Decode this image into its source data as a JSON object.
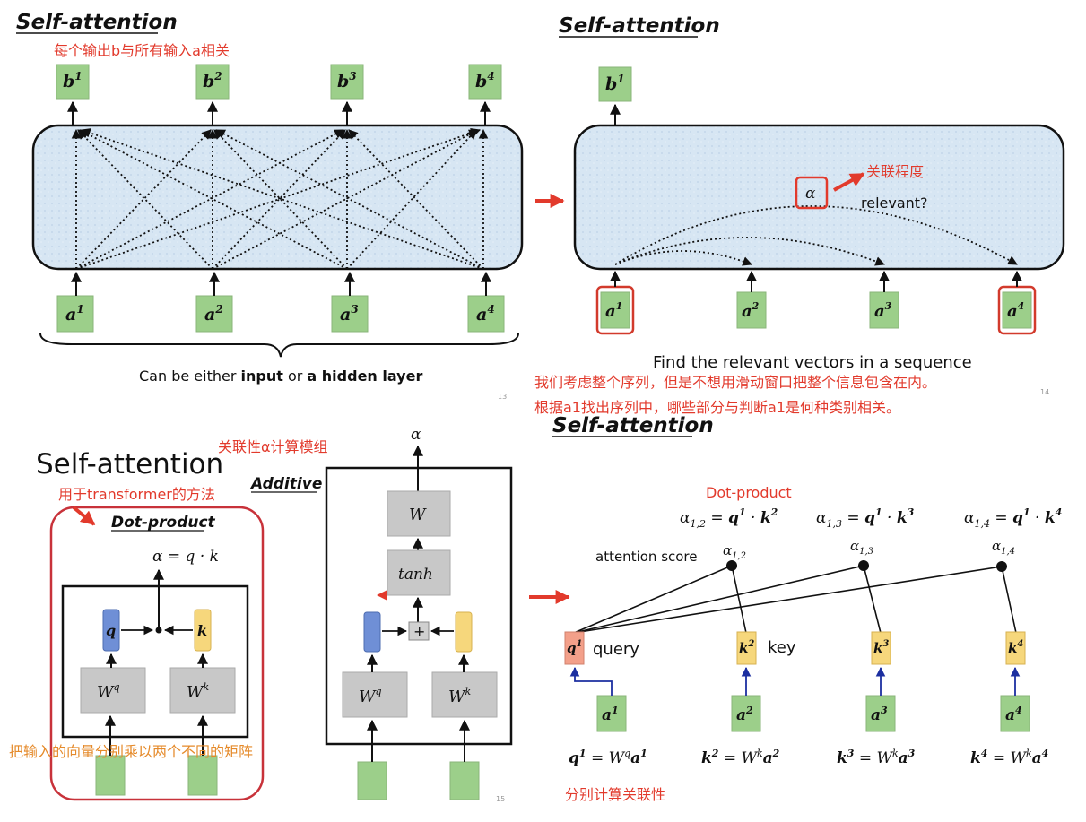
{
  "panel1": {
    "title": "Self-attention",
    "note": "每个输出b与所有输入a相关",
    "outputs": [
      "b",
      "b",
      "b",
      "b"
    ],
    "inputs": [
      "a",
      "a",
      "a",
      "a"
    ],
    "supers": [
      "1",
      "2",
      "3",
      "4"
    ],
    "caption_pre": "Can be either ",
    "caption_b1": "input",
    "caption_mid": " or ",
    "caption_b2": "a hidden layer",
    "page": "13"
  },
  "panel2": {
    "title": "Self-attention",
    "output": "b",
    "output_sup": "1",
    "alpha": "α",
    "alpha_note": "关联程度",
    "relevant": "relevant?",
    "inputs": [
      "a",
      "a",
      "a",
      "a"
    ],
    "supers": [
      "1",
      "2",
      "3",
      "4"
    ],
    "caption": "Find the relevant vectors in a sequence",
    "note1": "我们考虑整个序列，但是不想用滑动窗口把整个信息包含在内。",
    "note2": "根据a1找出序列中，哪些部分与判断a1是何种类别相关。",
    "page": "14"
  },
  "panel3": {
    "title": "Self-attention",
    "module_note": "关联性α计算模组",
    "transformer_note": "用于transformer的方法",
    "dot_label": "Dot-product",
    "additive_label": "Additive",
    "dot_formula": "α = q · k",
    "q": "q",
    "k": "k",
    "wq": "W",
    "wq_sup": "q",
    "wk": "W",
    "wk_sup": "k",
    "alpha": "α",
    "w": "W",
    "tanh": "tanh",
    "plus": "+",
    "bottom_note": "把输入的向量分别乘以两个不同的矩阵",
    "page": "15"
  },
  "panel4": {
    "title": "Self-attention",
    "dot_label": "Dot-product",
    "attention_score": "attention score",
    "query": "query",
    "key": "key",
    "bottom_note": "分别计算关联性",
    "score_eqs": [
      {
        "lhs": "α",
        "sub": "1,2",
        "rhs": "q",
        "rsup": "1",
        "dot": " · ",
        "k": "k",
        "ksup": "2"
      },
      {
        "lhs": "α",
        "sub": "1,3",
        "rhs": "q",
        "rsup": "1",
        "dot": " · ",
        "k": "k",
        "ksup": "3"
      },
      {
        "lhs": "α",
        "sub": "1,4",
        "rhs": "q",
        "rsup": "1",
        "dot": " · ",
        "k": "k",
        "ksup": "4"
      }
    ],
    "nodes": [
      "α",
      "α",
      "α"
    ],
    "node_subs": [
      "1,2",
      "1,3",
      "1,4"
    ],
    "qk": [
      {
        "v": "q",
        "s": "1"
      },
      {
        "v": "k",
        "s": "2"
      },
      {
        "v": "k",
        "s": "3"
      },
      {
        "v": "k",
        "s": "4"
      }
    ],
    "inputs": [
      "a",
      "a",
      "a",
      "a"
    ],
    "supers": [
      "1",
      "2",
      "3",
      "4"
    ],
    "eqs": [
      {
        "lhs": "q",
        "lsup": "1",
        "w": "W",
        "wsup": "q",
        "a": "a",
        "asup": "1"
      },
      {
        "lhs": "k",
        "lsup": "2",
        "w": "W",
        "wsup": "k",
        "a": "a",
        "asup": "2"
      },
      {
        "lhs": "k",
        "lsup": "3",
        "w": "W",
        "wsup": "k",
        "a": "a",
        "asup": "3"
      },
      {
        "lhs": "k",
        "lsup": "4",
        "w": "W",
        "wsup": "k",
        "a": "a",
        "asup": "4"
      }
    ]
  },
  "colors": {
    "green_box": "#9ccf8a",
    "red_accent": "#e23a2c",
    "orange_note": "#e58a2a",
    "q_blue": "#6f8fd6",
    "k_yellow": "#f6d77c",
    "q_red": "#f3a08a",
    "gray_box": "#c8c8c8"
  }
}
